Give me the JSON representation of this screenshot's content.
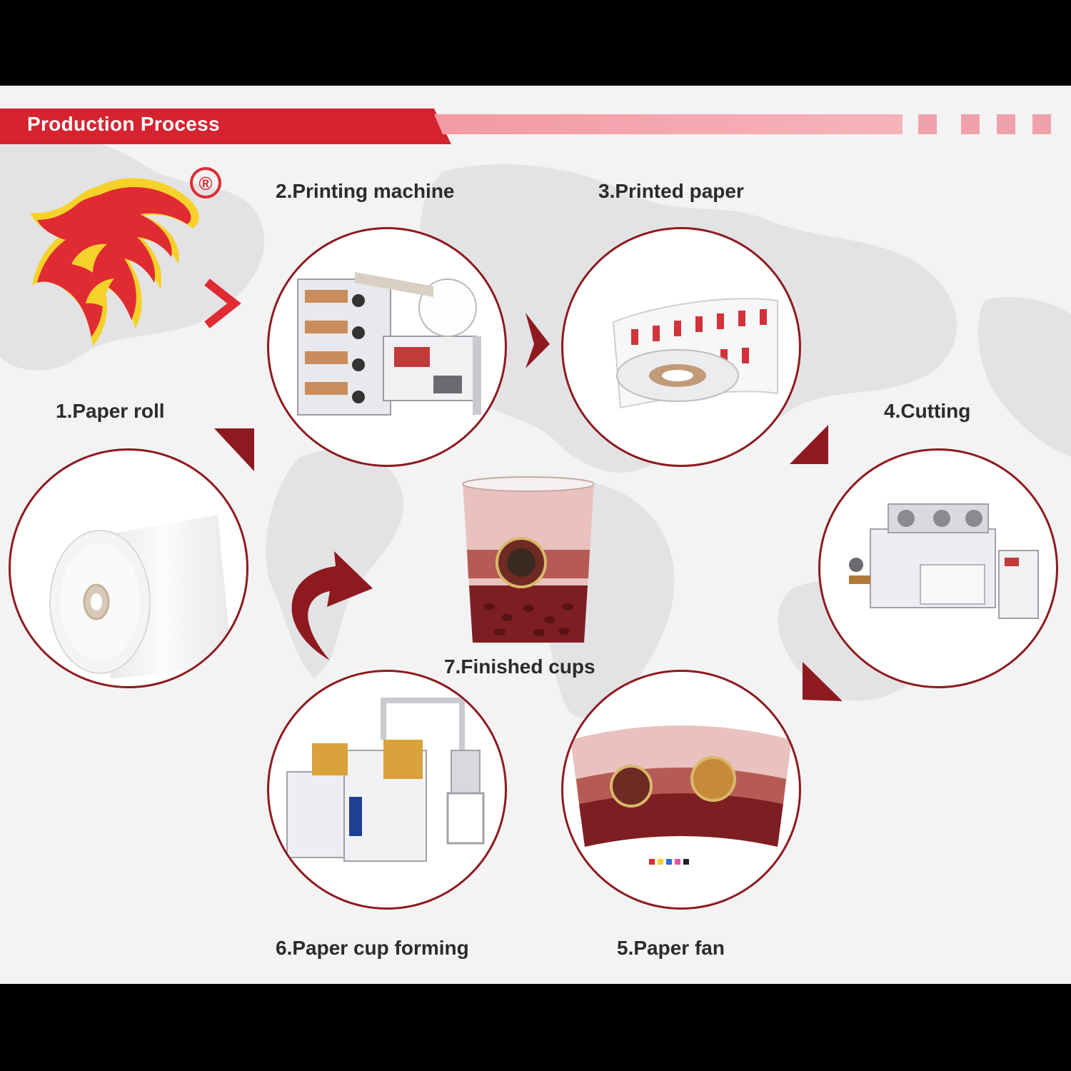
{
  "header": {
    "title": "Production Process"
  },
  "logo": {
    "registered_mark": "®"
  },
  "steps": [
    {
      "label": "1.Paper roll"
    },
    {
      "label": "2.Printing machine"
    },
    {
      "label": "3.Printed paper"
    },
    {
      "label": "4.Cutting"
    },
    {
      "label": "5.Paper fan"
    },
    {
      "label": "6.Paper cup forming"
    },
    {
      "label": "7.Finished cups"
    }
  ],
  "colors": {
    "brand_red": "#d5232f",
    "circle_border": "#8e1a20",
    "arrow": "#8e1a20",
    "logo_yellow": "#f5d22a",
    "background": "#f3f3f4"
  }
}
